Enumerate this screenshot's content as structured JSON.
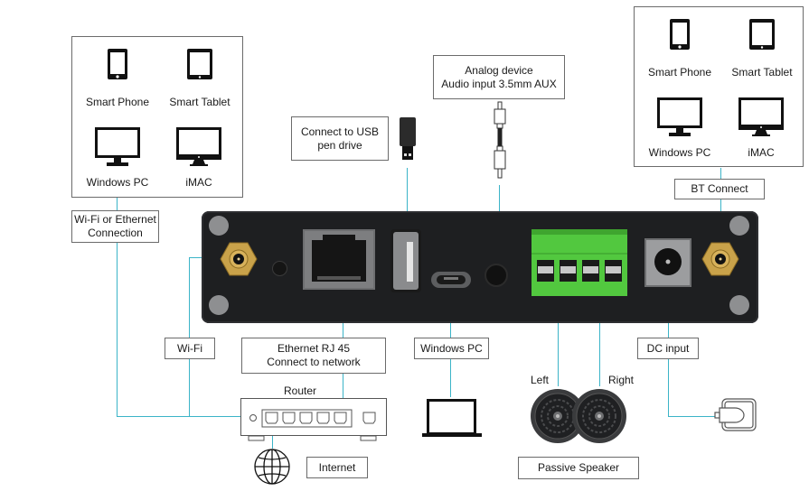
{
  "left_group": {
    "devices": [
      {
        "icon": "smartphone-icon",
        "label": "Smart Phone"
      },
      {
        "icon": "tablet-icon",
        "label": "Smart Tablet"
      },
      {
        "icon": "monitor-icon",
        "label": "Windows PC"
      },
      {
        "icon": "imac-icon",
        "label": "iMAC"
      }
    ],
    "connection_label_line1": "Wi-Fi or Ethernet",
    "connection_label_line2": "Connection"
  },
  "right_group": {
    "devices": [
      {
        "icon": "smartphone-icon",
        "label": "Smart Phone"
      },
      {
        "icon": "tablet-icon",
        "label": "Smart Tablet"
      },
      {
        "icon": "monitor-icon",
        "label": "Windows PC"
      },
      {
        "icon": "imac-icon",
        "label": "iMAC"
      }
    ],
    "connection_label": "BT Connect"
  },
  "usb": {
    "line1": "Connect to USB",
    "line2": "pen drive"
  },
  "aux": {
    "line1": "Analog device",
    "line2": "Audio input 3.5mm AUX"
  },
  "wifi_label": "Wi-Fi",
  "ethernet": {
    "line1": "Ethernet RJ 45",
    "line2": "Connect to network"
  },
  "windows_pc_label": "Windows PC",
  "dc_input_label": "DC input",
  "router_label": "Router",
  "internet_label": "Internet",
  "speaker": {
    "left": "Left",
    "right": "Right",
    "caption": "Passive Speaker"
  },
  "colors": {
    "connector_line": "#3bb4c8",
    "device_body": "#1e1f21",
    "terminal_green": "#52c83f",
    "antenna_gold": "#c9a24a"
  }
}
